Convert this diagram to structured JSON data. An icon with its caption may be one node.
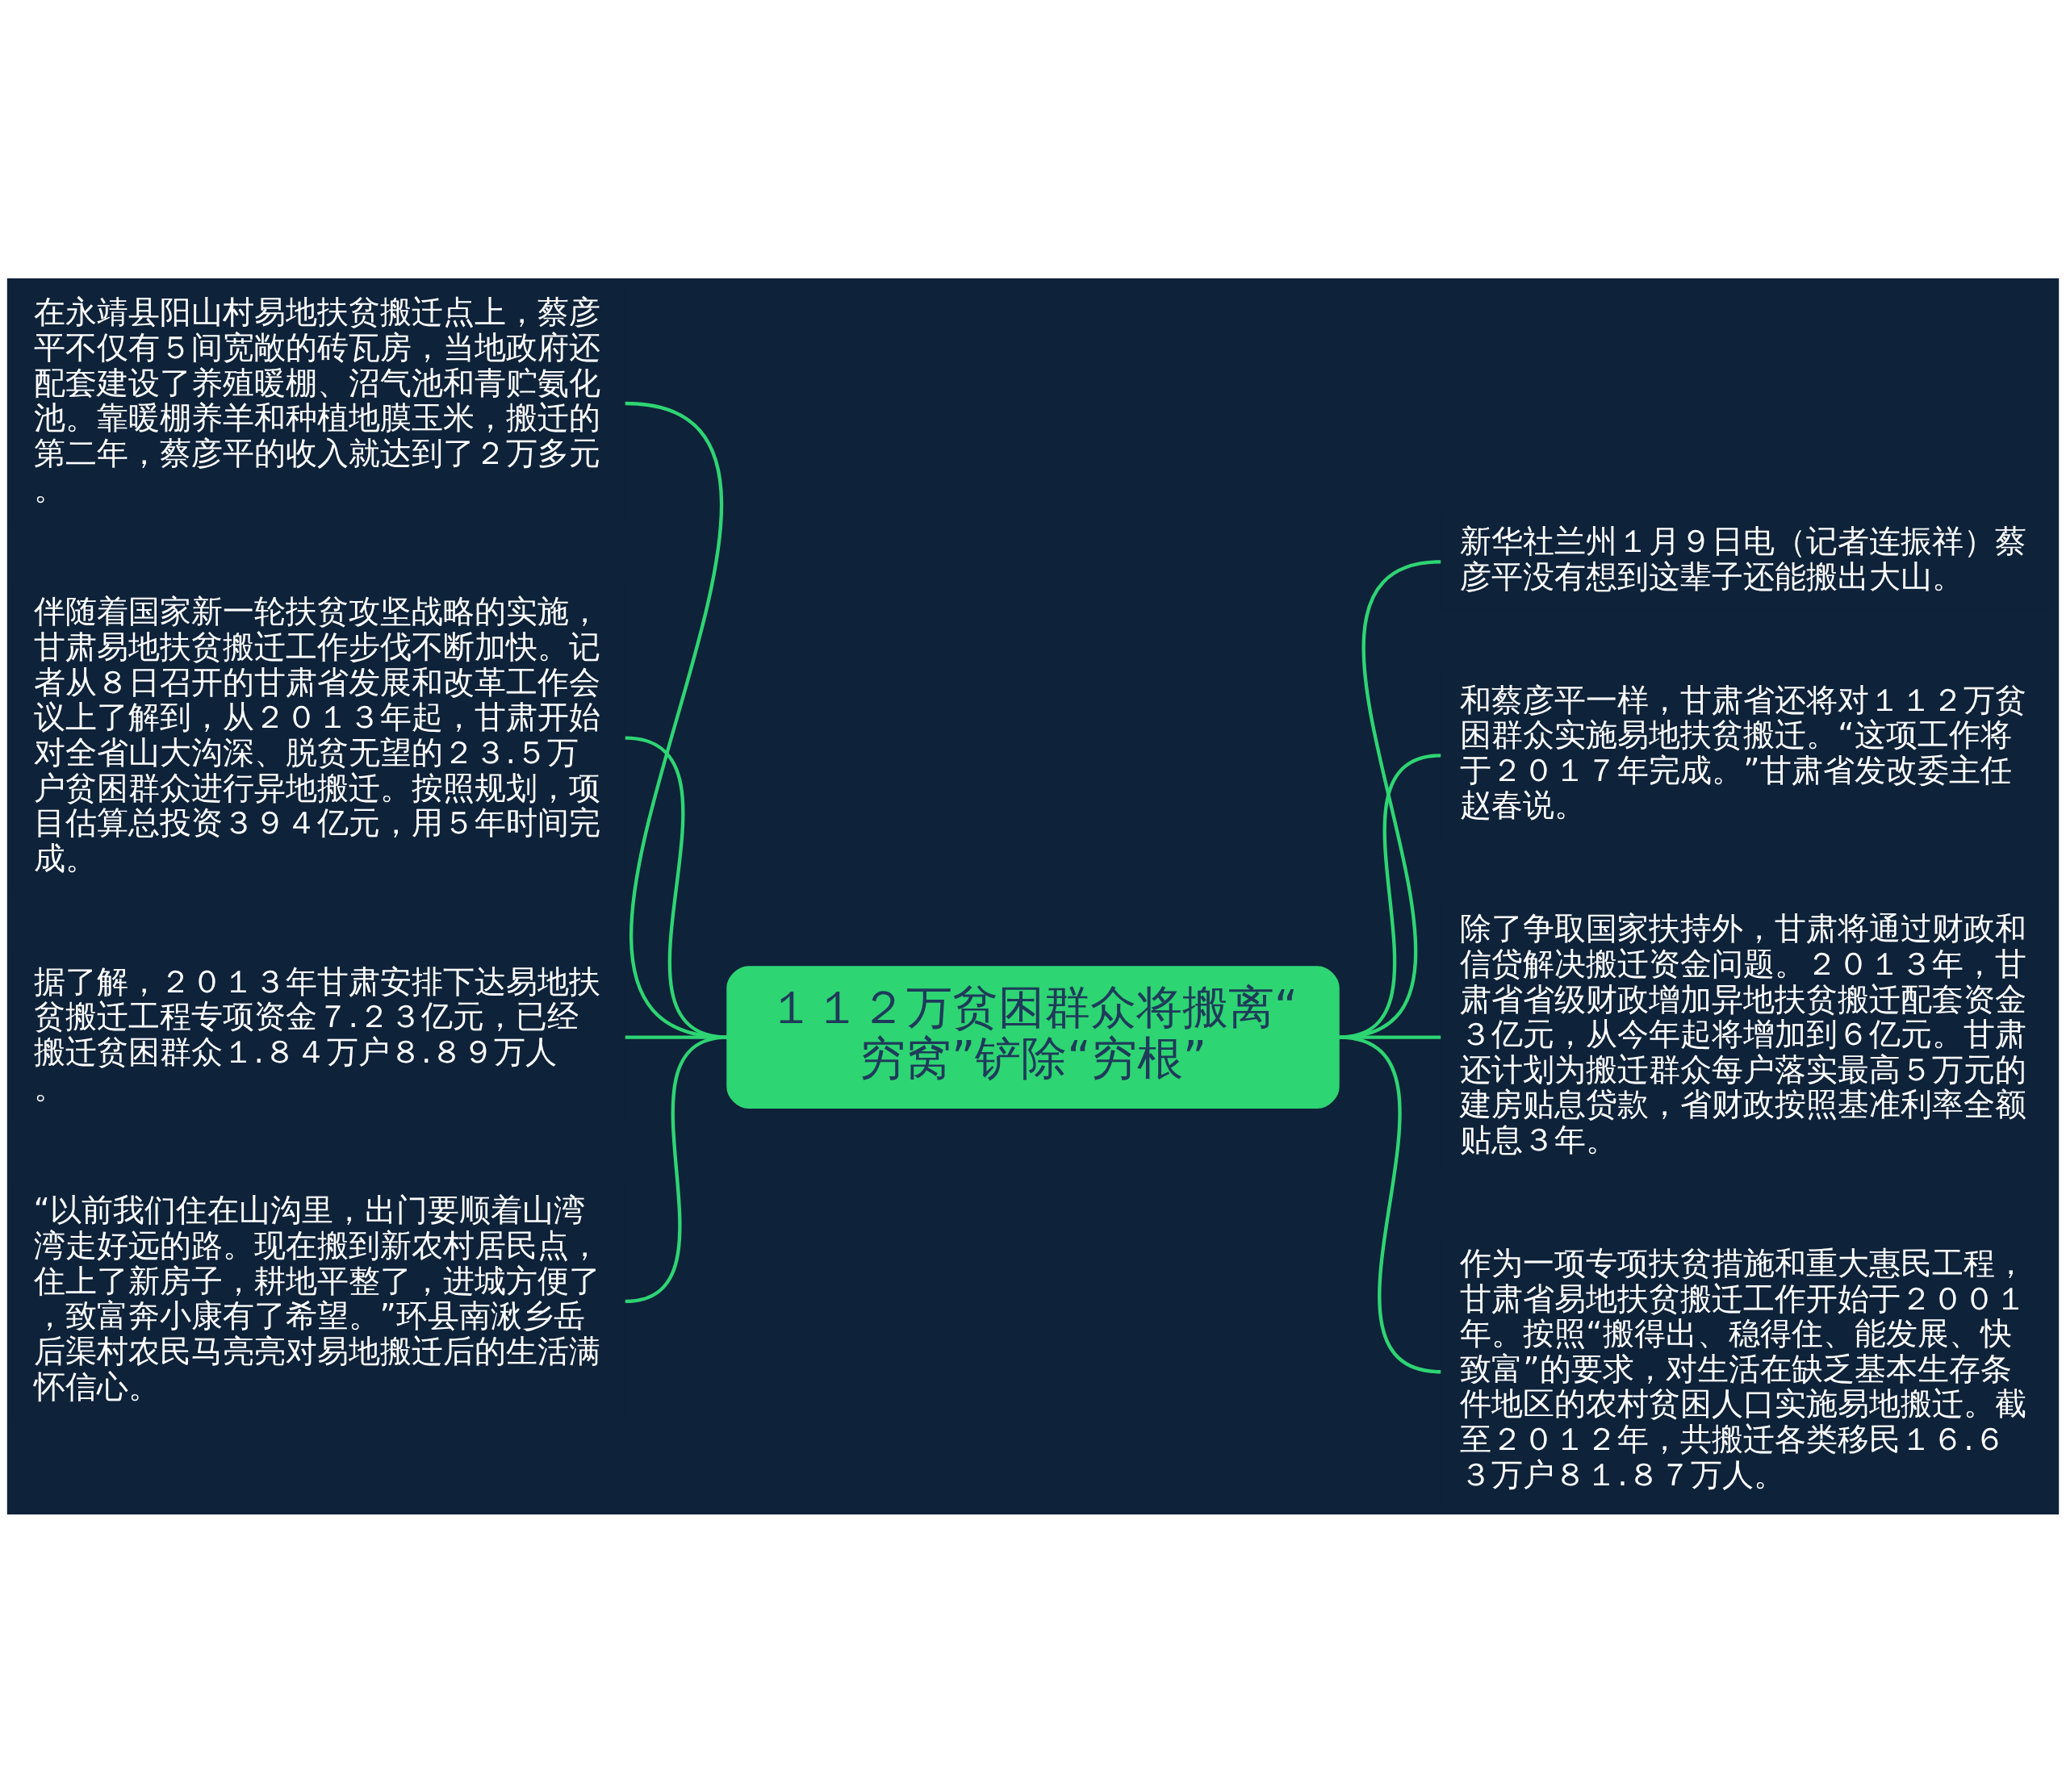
{
  "diagram": {
    "nodes": [
      {
        "text": [
          "１１２万贫困群众将搬离“穷窝”铲除“穷根”"
        ]
      },
      {
        "text": [
          "在永靖县阳山村易地扶贫搬迁点上，蔡彦平不仅有５间宽敞的砖瓦房，当地政府还配套建设了养殖暖棚、沼气池和青贮氨化池。靠暖棚养羊和种植地膜玉米，搬迁的第二年，蔡彦平的收入就达到了２万多元。"
        ]
      },
      {
        "text": [
          "伴随着国家新一轮扶贫攻坚战略的实施，甘肃易地扶贫搬迁工作步伐不断加快。记者从８日召开的甘肃省发展和改革工作会议上了解到，从２０１３年起，甘肃开始对全省山大沟深、脱贫无望的２３.５万户贫困群众进行异地搬迁。按照规划，项目估算总投资３９４亿元，用５年时间完成。"
        ]
      },
      {
        "text": [
          "据了解，２０１３年甘肃安排下达易地扶贫搬迁工程专项资金７.２３亿元，已经搬迁贫困群众１.８４万户８.８９万人。"
        ]
      },
      {
        "text": [
          "“以前我们住在山沟里，出门要顺着山湾湾走好远的路。现在搬到新农村居民点，住上了新房子，耕地平整了，进城方便了，致富奔小康有了希望。”环县南湫乡岳后渠村农民马亮亮对易地搬迁后的生活满怀信心。"
        ]
      },
      {
        "text": [
          "新华社兰州１月９日电（记者连振祥）蔡彦平没有想到这辈子还能搬出大山。"
        ]
      },
      {
        "text": [
          "和蔡彦平一样，甘肃省还将对１１２万贫困群众实施易地扶贫搬迁。“这项工作将于２０１７年完成。”甘肃省发改委主任赵春说。"
        ]
      },
      {
        "text": [
          "除了争取国家扶持外，甘肃将通过财政和信贷解决搬迁资金问题。２０１３年，甘肃省省级财政增加异地扶贫搬迁配套资金３亿元，从今年起将增加到６亿元。甘肃还计划为搬迁群众每户落实最高５万元的建房贴息贷款，省财政按照基准利率全额贴息３年。"
        ]
      },
      {
        "text": [
          "作为一项专项扶贫措施和重大惠民工程，甘肃省易地扶贫搬迁工作开始于２００１年。按照“搬得出、稳得住、能发展、快致富”的要求，对生活在缺乏基本生存条件地区的农村贫困人口实施易地搬迁。截至２０１２年，共搬迁各类移民１６.６３万户８１.８７万人。"
        ]
      }
    ],
    "edges": [
      {
        "from": 0,
        "to": 1,
        "arrow": "none"
      },
      {
        "from": 0,
        "to": 2,
        "arrow": "none"
      },
      {
        "from": 0,
        "to": 3,
        "arrow": "none"
      },
      {
        "from": 0,
        "to": 4,
        "arrow": "none"
      },
      {
        "from": 0,
        "to": 5,
        "arrow": "none"
      },
      {
        "from": 0,
        "to": 6,
        "arrow": "none"
      },
      {
        "from": 0,
        "to": 7,
        "arrow": "none"
      },
      {
        "from": 0,
        "to": 8,
        "arrow": "none"
      }
    ]
  }
}
